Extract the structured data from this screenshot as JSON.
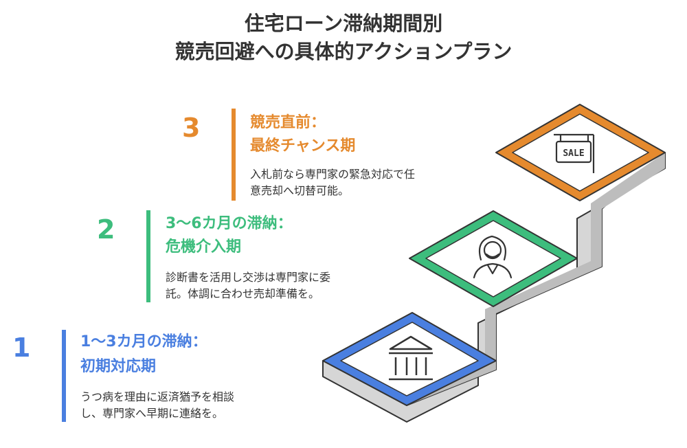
{
  "title": {
    "line1": "住宅ローン滞納期間別",
    "line2": "競売回避への具体的アクションプラン"
  },
  "colors": {
    "stage1": "#4a7fe0",
    "stage2": "#3dbd7d",
    "stage3": "#e58a2e",
    "text": "#333333",
    "step_side": "#bdbdbd",
    "step_face": "#d6d6d6"
  },
  "stages": [
    {
      "number": "1",
      "heading_line1": "1〜3カ月の滞納：",
      "heading_line2": "初期対応期",
      "desc_line1": "うつ病を理由に返済猶予を相談",
      "desc_line2": "し、専門家へ早期に連絡を。",
      "icon": "bank-icon"
    },
    {
      "number": "2",
      "heading_line1": "3〜6カ月の滞納：",
      "heading_line2": "危機介入期",
      "desc_line1": "診断書を活用し交渉は専門家に委",
      "desc_line2": "託。体調に合わせ売却準備を。",
      "icon": "lawyer-icon"
    },
    {
      "number": "3",
      "heading_line1": "競売直前：",
      "heading_line2": "最終チャンス期",
      "desc_line1": "入札前なら専門家の緊急対応で任",
      "desc_line2": "意売却へ切替可能。",
      "icon": "sale-sign-icon"
    }
  ],
  "sign_text": "SALE"
}
